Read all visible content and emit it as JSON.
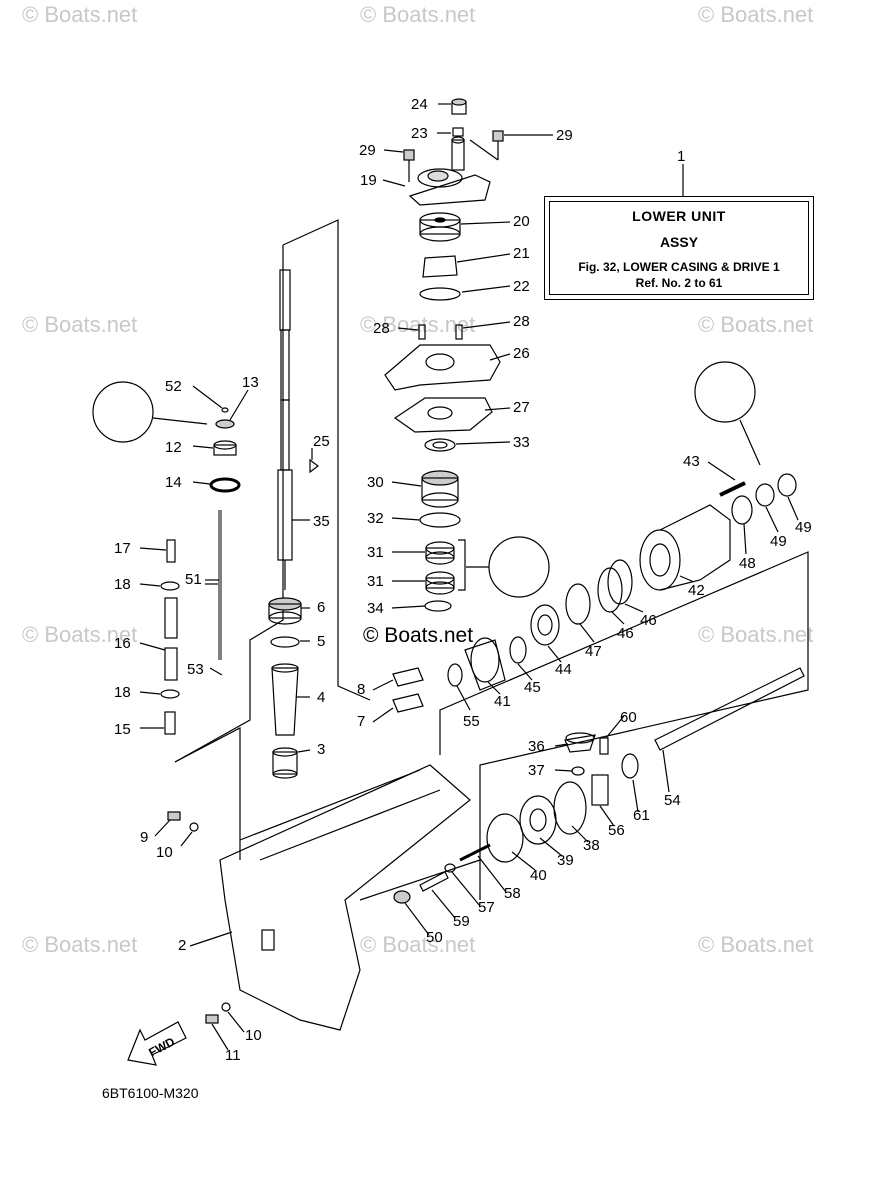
{
  "watermark": "© Boats.net",
  "center_copyright": "© Boats.net",
  "info_box": {
    "line1": "LOWER UNIT",
    "line2": "ASSY",
    "line3": "Fig. 32, LOWER CASING & DRIVE 1",
    "line4": "Ref. No. 2 to 61"
  },
  "figure_code": "6BT6100-M320",
  "fwd_label": "FWD",
  "callouts": [
    "1",
    "2",
    "3",
    "4",
    "5",
    "6",
    "7",
    "8",
    "9",
    "10",
    "10",
    "11",
    "12",
    "13",
    "14",
    "15",
    "16",
    "17",
    "18",
    "18",
    "19",
    "20",
    "21",
    "22",
    "23",
    "24",
    "25",
    "26",
    "27",
    "28",
    "28",
    "29",
    "29",
    "30",
    "31",
    "31",
    "32",
    "33",
    "34",
    "35",
    "36",
    "37",
    "38",
    "39",
    "40",
    "41",
    "42",
    "43",
    "44",
    "45",
    "46",
    "46",
    "47",
    "48",
    "49",
    "49",
    "50",
    "51",
    "52",
    "53",
    "54",
    "55",
    "56",
    "57",
    "58",
    "59",
    "60",
    "61"
  ],
  "colors": {
    "line": "#000000",
    "watermark": "#c8c8c8",
    "part_fill": "#ffffff",
    "part_shade": "#bdbdbd"
  }
}
